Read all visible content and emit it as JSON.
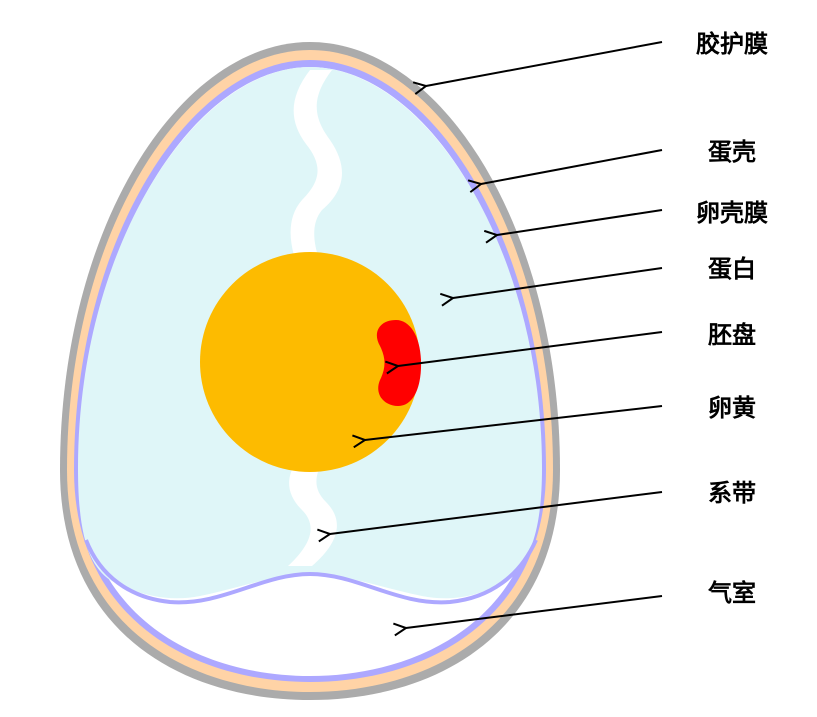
{
  "labels": {
    "cuticle": "胶护膜",
    "shell": "蛋壳",
    "shell_membrane": "卵壳膜",
    "albumen": "蛋白",
    "germinal_disc": "胚盘",
    "yolk": "卵黄",
    "chalaza": "系带",
    "air_cell": "气室"
  },
  "colors": {
    "outer_shell": "#ababab",
    "shell": "#ffd3a6",
    "shell_membrane": "#ada8ff",
    "albumen": "#dff6f8",
    "air_cell": "#ffffff",
    "yolk": "#fdbb00",
    "germinal_disc": "#ff0000",
    "chalaza": "#ffffff",
    "arrow": "#000000"
  }
}
